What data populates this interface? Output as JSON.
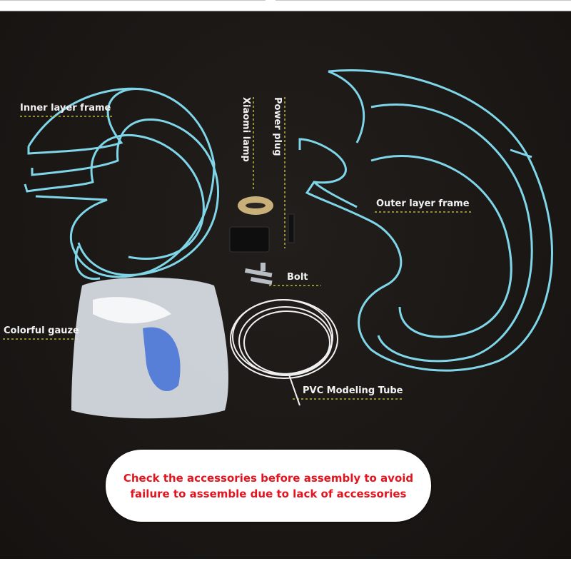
{
  "labels": {
    "inner_frame": "Inner layer frame",
    "xiaomi_lamp": "Xiaomi lamp",
    "power_plug": "Power plug",
    "outer_frame": "Outer layer frame",
    "bolt": "Bolt",
    "gauze": "Colorful gauze",
    "pvc_tube": "PVC Modeling Tube"
  },
  "notice": {
    "line1": "Check the accessories before assembly to avoid",
    "line2": "failure to assemble due to lack of accessories"
  },
  "colors": {
    "wire": "#7fd6e8",
    "leader": "#b8b43a",
    "notice_text": "#e4141e"
  }
}
